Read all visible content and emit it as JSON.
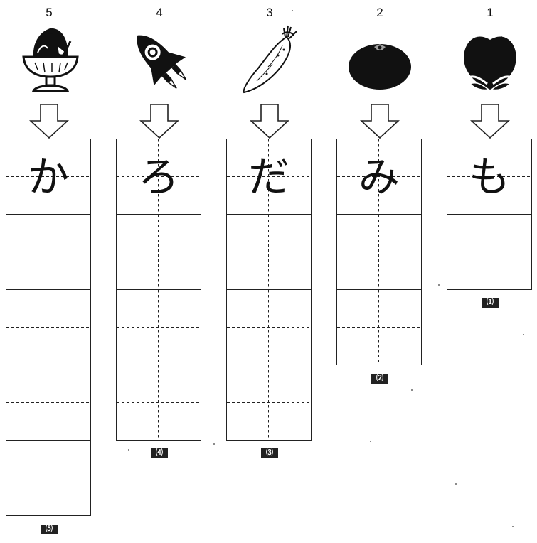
{
  "columns": [
    {
      "number": "5",
      "icon": "shaved-ice-icon",
      "chars": [
        "か",
        "",
        "",
        "",
        ""
      ],
      "badge": "⑸"
    },
    {
      "number": "4",
      "icon": "rocket-icon",
      "chars": [
        "ろ",
        "",
        "",
        ""
      ],
      "badge": "⑷"
    },
    {
      "number": "3",
      "icon": "daikon-icon",
      "chars": [
        "だ",
        "",
        "",
        ""
      ],
      "badge": "⑶"
    },
    {
      "number": "2",
      "icon": "mandarin-orange-icon",
      "chars": [
        "み",
        "",
        ""
      ],
      "badge": "⑵"
    },
    {
      "number": "1",
      "icon": "peach-icon",
      "chars": [
        "も",
        ""
      ],
      "badge": "⑴"
    }
  ]
}
